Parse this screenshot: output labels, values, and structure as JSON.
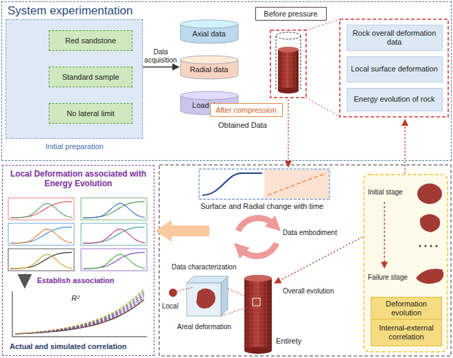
{
  "diagram": {
    "nodes": [
      {
        "text": [
          "System experimentation"
        ]
      },
      {
        "text": [
          "Initial preparation"
        ],
        "in": 0
      },
      {
        "text": [
          "Red sandstone"
        ],
        "in": 1
      },
      {
        "text": [
          "Standard sample"
        ],
        "in": 1
      },
      {
        "text": [
          "No lateral limit"
        ],
        "in": 1
      },
      {
        "text": [
          "Axial data"
        ],
        "in": 0
      },
      {
        "text": [
          "Radial data"
        ],
        "in": 0
      },
      {
        "text": [
          "Load data"
        ],
        "in": 0
      },
      {
        "text": [
          "Before pressure"
        ],
        "in": 0
      },
      {
        "text": [
          "Rock overall deformation data"
        ],
        "in": 0
      },
      {
        "text": [
          "Local surface deformation"
        ],
        "in": 0
      },
      {
        "text": [
          "Energy evolution of rock"
        ],
        "in": 0
      },
      {
        "text": [
          "After compression"
        ],
        "in": 0
      },
      {
        "text": [
          "Local Deformation associated with Energy Evolution"
        ]
      },
      {
        "text": [
          "Deformation evolution"
        ]
      },
      {
        "text": [
          "Internal-external correlation"
        ]
      }
    ],
    "edges": [
      {
        "from": 1,
        "to": 6,
        "arrow": "to",
        "label": "Data acquisition"
      }
    ],
    "labels": [
      "Obtained Data",
      "Surface and Radial change with time",
      "Data embodiment",
      "Data characterization",
      "Overall evolution",
      "Entirety",
      "Local",
      "Areal deformation",
      "Initial stage",
      "Failure stage",
      "Establish association",
      "R²",
      "Actual and simulated correlation"
    ]
  }
}
